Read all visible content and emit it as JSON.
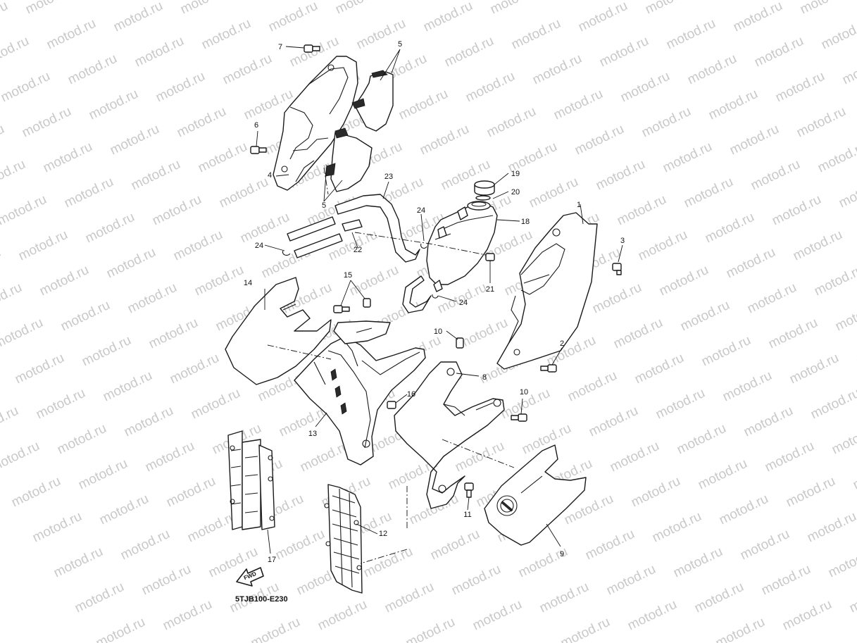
{
  "watermark": {
    "text": "motod.ru",
    "color": "#c9c9c9"
  },
  "diagram_code": "5TJB100-E230",
  "fwd_label": "FWD",
  "callouts": {
    "c1": "1",
    "c2": "2",
    "c3": "3",
    "c4": "4",
    "c5a": "5",
    "c5b": "5",
    "c6": "6",
    "c7": "7",
    "c8": "8",
    "c9": "9",
    "c10a": "10",
    "c10b": "10",
    "c11": "11",
    "c12": "12",
    "c13": "13",
    "c14": "14",
    "c15": "15",
    "c16": "16",
    "c17": "17",
    "c18": "18",
    "c19": "19",
    "c20": "20",
    "c21": "21",
    "c22": "22",
    "c23": "23",
    "c24a": "24",
    "c24b": "24",
    "c24c": "24"
  }
}
